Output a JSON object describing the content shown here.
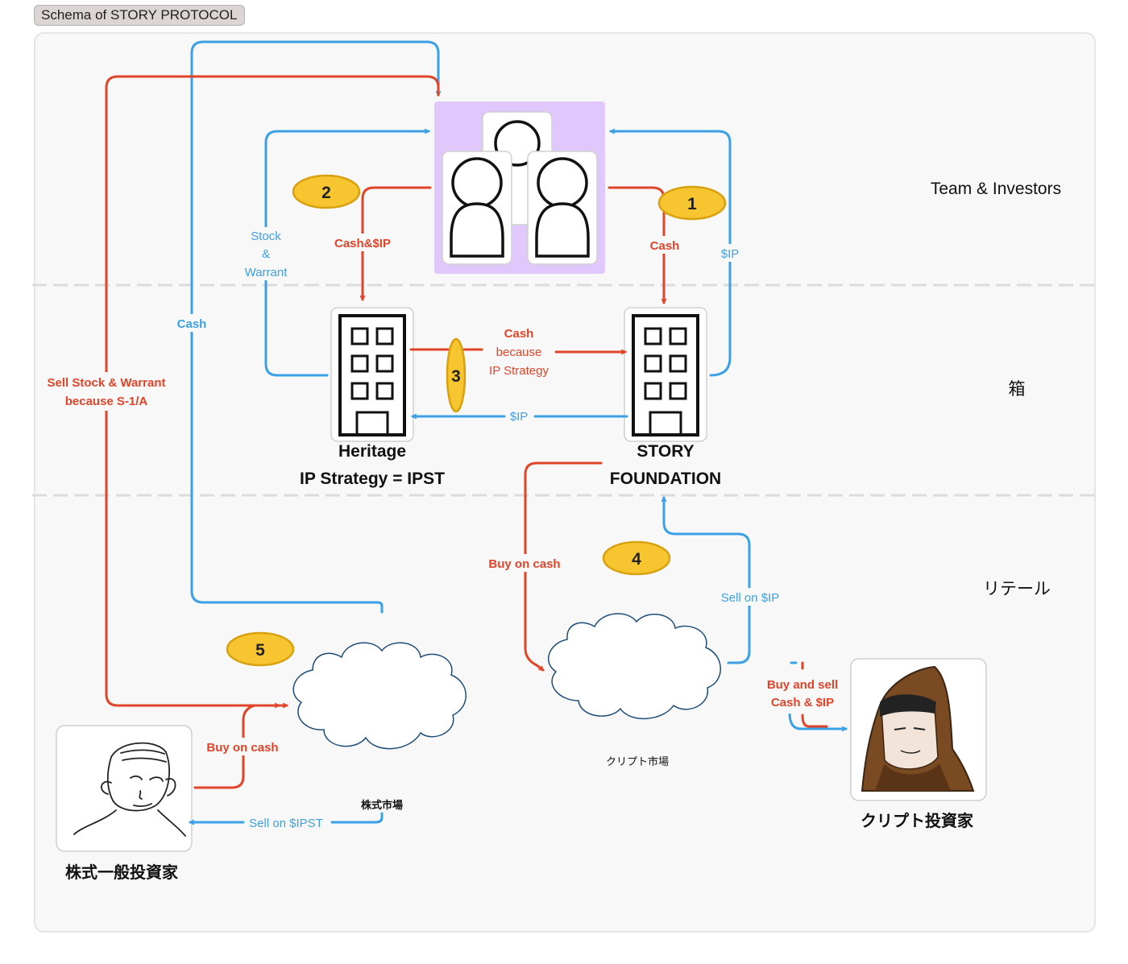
{
  "frame": {
    "title": "Schema of STORY PROTOCOL"
  },
  "sections": {
    "team": "Team & Investors",
    "box": "箱",
    "retail": "リテール"
  },
  "nodes": {
    "heritage": {
      "line1": "Heritage",
      "line2": "IP Strategy = IPST"
    },
    "story": {
      "line1": "STORY",
      "line2": "FOUNDATION"
    },
    "stock_investor": "株式一般投資家",
    "crypto_investor": "クリプト投資家",
    "stock_market": "株式市場",
    "crypto_market": "クリプト市場"
  },
  "steps": [
    "1",
    "2",
    "3",
    "4",
    "5"
  ],
  "flows": {
    "stock_warrant": [
      "Stock",
      "&",
      "Warrant"
    ],
    "cash_left": "Cash",
    "sell_stock": [
      "Sell Stock & Warrant",
      "because S-1/A"
    ],
    "cash_ip_heritage": "Cash&$IP",
    "cash_story": "Cash",
    "ip_right": "$IP",
    "cash_because": [
      "Cash",
      "because",
      "IP Strategy"
    ],
    "ip_to_heritage": "$IP",
    "buy_on_cash_crypto": "Buy on cash",
    "sell_on_ip": "Sell on  $IP",
    "buy_sell": [
      "Buy and sell",
      "Cash & $IP"
    ],
    "buy_on_cash_stock": "Buy on cash",
    "sell_on_ipst": "Sell on  $IPST"
  },
  "colors": {
    "red": "#e0452a",
    "blue": "#3ba0e6",
    "badge_fill": "#f7c52f",
    "badge_stroke": "#d8a10f",
    "team_bg": "#e0c8fc",
    "cloud_stroke": "#1f4d7a"
  }
}
